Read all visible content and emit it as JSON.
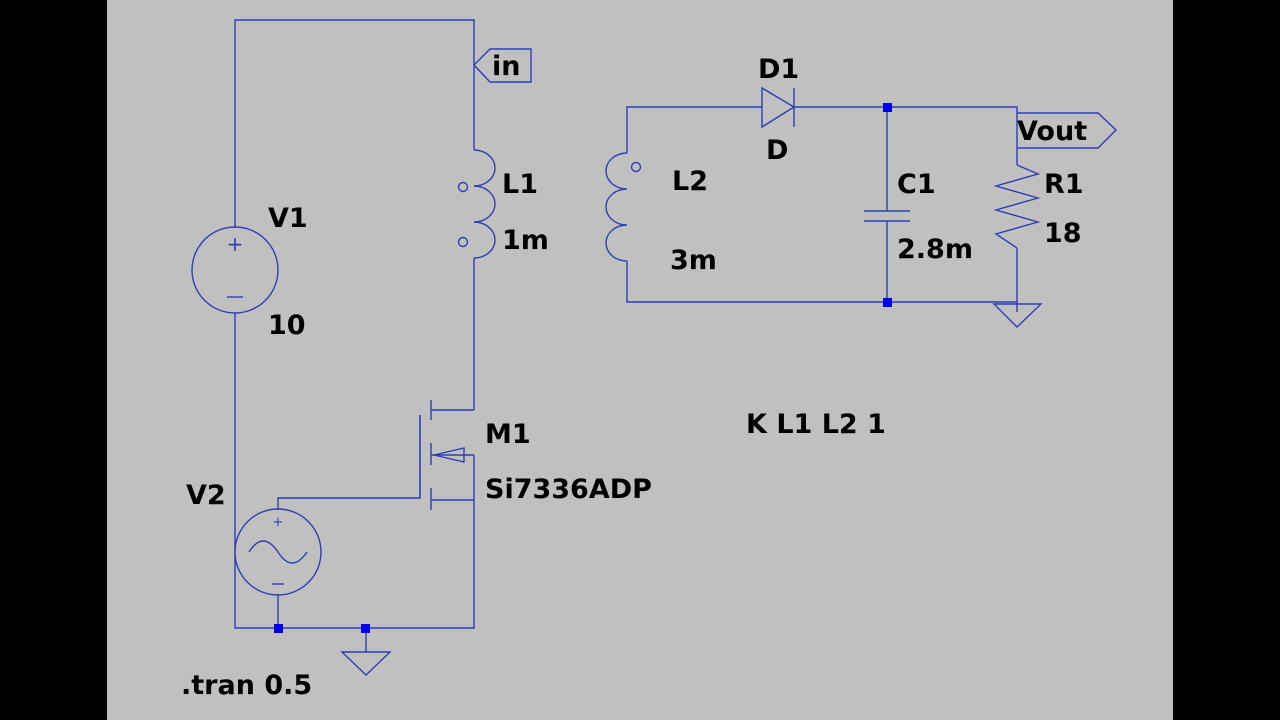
{
  "schematic": {
    "labels": {
      "v1_name": "V1",
      "v1_value": "10",
      "v2_name": "V2",
      "l1_name": "L1",
      "l1_value": "1m",
      "l2_name": "L2",
      "l2_value": "3m",
      "d1_name": "D1",
      "d1_model": "D",
      "c1_name": "C1",
      "c1_value": "2.8m",
      "r1_name": "R1",
      "r1_value": "18",
      "m1_name": "M1",
      "m1_model": "Si7336ADP",
      "net_in": "in",
      "net_vout": "Vout",
      "coupling": "K L1 L2 1",
      "tran": ".tran 0.5"
    },
    "colors": {
      "background": "#c0c0c0",
      "wire": "#2d3fb5",
      "junction": "#0000e8",
      "text": "#000000"
    }
  }
}
